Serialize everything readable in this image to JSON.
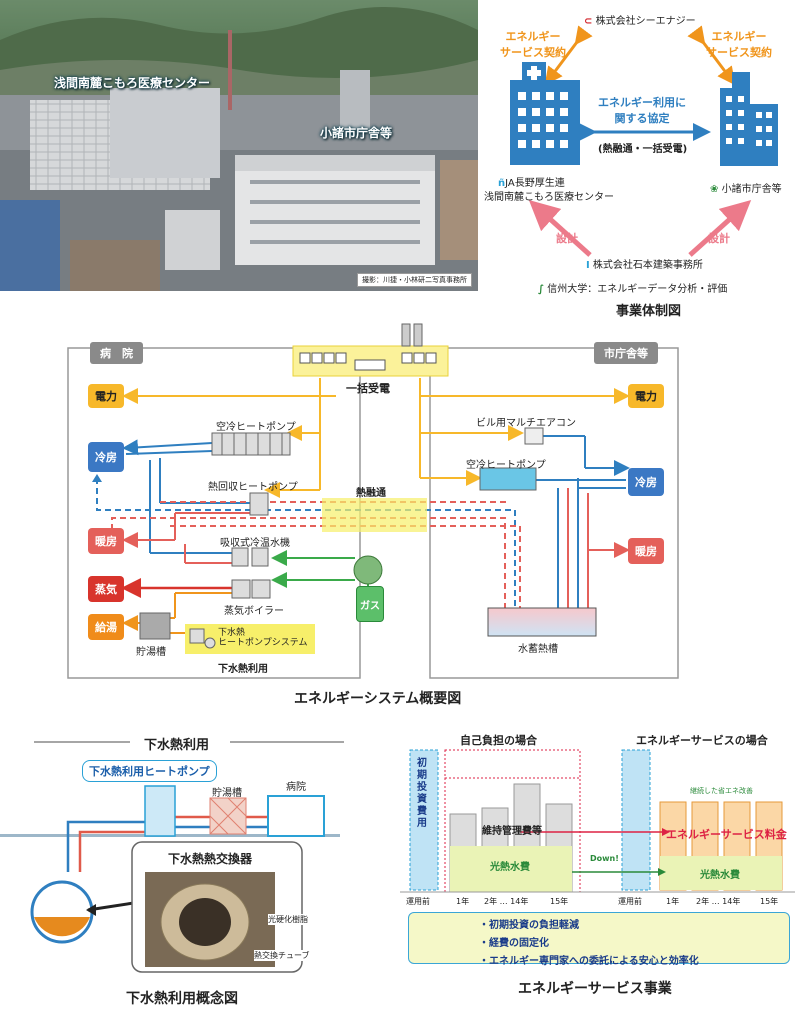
{
  "photo": {
    "label_hospital": "浅間南麓こもろ医療センター",
    "label_cityhall": "小諸市庁舎等",
    "credit": "撮影：川捷・小林研二写真事務所"
  },
  "structure": {
    "company": "株式会社シーエナジー",
    "contract_left": "エネルギー\nサービス契約",
    "contract_right": "エネルギー\nサービス契約",
    "agreement": "エネルギー利用に\n関する協定",
    "agreement_sub": "(熱融通・一括受電)",
    "hospital_org": "JA長野厚生連",
    "hospital_name": "浅間南麓こもろ医療センター",
    "cityhall": "小諸市庁舎等",
    "design_left": "設計",
    "design_right": "設計",
    "architect": "株式会社石本建築事務所",
    "university": "信州大学：エネルギーデータ分析・評価",
    "caption": "事業体制図"
  },
  "system": {
    "hospital": "病　院",
    "cityhall": "市庁舎等",
    "power_receive": "一括受電",
    "left": {
      "power": "電力",
      "cooling": "冷房",
      "heating": "暖房",
      "steam": "蒸気",
      "hotwater": "給湯",
      "aircool_hp": "空冷ヒートポンプ",
      "heat_recovery_hp": "熱回収ヒートポンプ",
      "absorption": "吸収式冷温水機",
      "boiler": "蒸気ボイラー",
      "storage_tank": "貯湯槽",
      "sewage_hp": "下水熱\nヒートポンプシステム",
      "sewage_use": "下水熱利用"
    },
    "right": {
      "power": "電力",
      "cooling": "冷房",
      "heating": "暖房",
      "multi_ac": "ビル用マルチエアコン",
      "aircool_hp": "空冷ヒートポンプ",
      "heat_storage": "水蓄熱槽"
    },
    "heat_exchange": "熱融通",
    "gas": "ガス",
    "caption": "エネルギーシステム概要図"
  },
  "sewage": {
    "title": "下水熱利用",
    "hp_label": "下水熱利用ヒートポンプ",
    "tank": "貯湯槽",
    "hospital": "病院",
    "exchanger": "下水熱熱交換器",
    "resin": "光硬化樹脂",
    "tube": "熱交換チューブ",
    "caption": "下水熱利用概念図"
  },
  "esco": {
    "self_title": "自己負担の場合",
    "service_title": "エネルギーサービスの場合",
    "initial": "初期投資費用",
    "maintenance": "維持管理費等",
    "utility_left": "光熱水費",
    "down": "Down!",
    "continued": "継続した省エネ改善",
    "service_fee": "エネルギーサービス料金",
    "utility_right": "光熱水費",
    "axis_left": [
      "運用前",
      "1年",
      "2年 … 14年",
      "15年"
    ],
    "axis_right": [
      "運用前",
      "1年",
      "2年 … 14年",
      "15年"
    ],
    "bullets": [
      "・初期投資の負担軽減",
      "・経費の固定化",
      "・エネルギー専門家への委託による安心と効率化"
    ],
    "caption": "エネルギーサービス事業"
  }
}
